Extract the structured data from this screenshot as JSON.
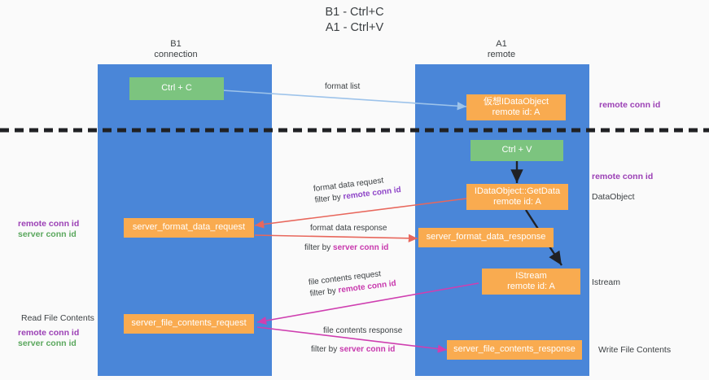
{
  "title": {
    "line1": "B1 - Ctrl+C",
    "line2": "A1 - Ctrl+V"
  },
  "lanes": [
    {
      "name": "B1",
      "sublabel": "connection"
    },
    {
      "name": "A1",
      "sublabel": "remote"
    }
  ],
  "colors": {
    "lane": "#4a86d8",
    "orange": "#f9ab50",
    "green": "#7cc47f",
    "purple": "#9b3fb5",
    "green_text": "#5aa75d",
    "pink": "#c838ad",
    "red_arrow": "#e8675c",
    "blue_arrow": "#9dc3ea",
    "black_arrow": "#202124",
    "magenta_arrow": "#cf3fb0"
  },
  "boxes": {
    "ctrl_c": {
      "line1": "Ctrl + C"
    },
    "virtual_dataobject": {
      "line1": "仮想IDataObject",
      "line2": "remote id: A"
    },
    "ctrl_v": {
      "line1": "Ctrl + V"
    },
    "getdata": {
      "line1": "IDataObject::GetData",
      "line2": "remote id: A"
    },
    "server_format_data_request": {
      "line1": "server_format_data_request"
    },
    "server_format_data_response": {
      "line1": "server_format_data_response"
    },
    "istream": {
      "line1": "IStream",
      "line2": "remote id: A"
    },
    "server_file_contents_request": {
      "line1": "server_file_contents_request"
    },
    "server_file_contents_response": {
      "line1": "server_file_contents_response"
    }
  },
  "edge_labels": {
    "format_list": "format list",
    "format_data_request": "format data request",
    "format_data_request_filter_prefix": "filter by ",
    "format_data_request_filter_value": "remote conn id",
    "format_data_response": "format data response",
    "format_data_response_filter_prefix": "filter by ",
    "format_data_response_filter_value": "server conn id",
    "file_contents_request": "file contents request",
    "file_contents_request_filter_prefix": "filter by ",
    "file_contents_request_filter_value": "remote conn id",
    "file_contents_response": "file contents response",
    "file_contents_response_filter_prefix": "filter by ",
    "file_contents_response_filter_value": "server conn id"
  },
  "annotations": {
    "right_remote_conn_id_top": "remote conn id",
    "right_remote_conn_id_mid": "remote conn id",
    "right_dataobject": "DataObject",
    "right_istream": "Istream",
    "right_write_file_contents": "Write File Contents",
    "left_remote_conn_id_mid": "remote conn id",
    "left_server_conn_id_mid": "server conn id",
    "left_read_file_contents": "Read File Contents",
    "left_remote_conn_id_bottom": "remote conn id",
    "left_server_conn_id_bottom": "server conn id"
  }
}
